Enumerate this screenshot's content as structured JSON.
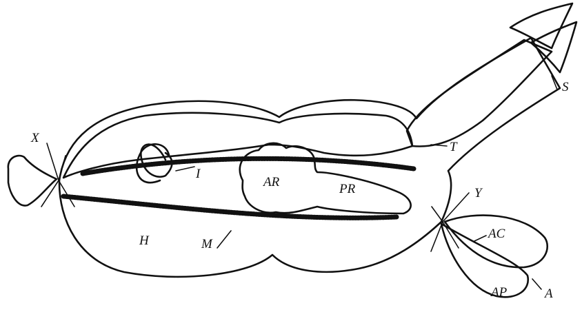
{
  "diagram": {
    "labels": {
      "X": "X",
      "I": "I",
      "AR": "AR",
      "PR": "PR",
      "H": "H",
      "M": "M",
      "T": "T",
      "S": "S",
      "Y": "Y",
      "AC": "AC",
      "AP": "AP",
      "A": "A"
    }
  }
}
